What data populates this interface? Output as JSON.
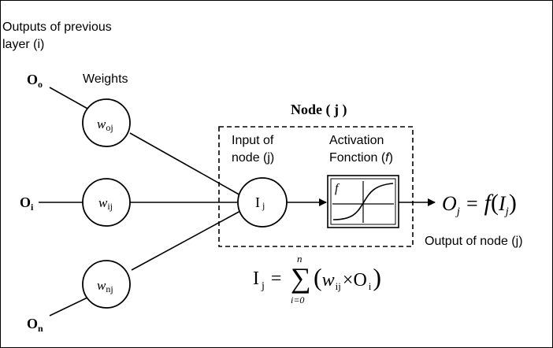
{
  "labels": {
    "outputs_prev_line1": "Outputs of previous",
    "outputs_prev_line2": "layer (i)",
    "weights": "Weights",
    "node_title": "Node ( j )",
    "input_line1": "Input of",
    "input_line2": "node (j)",
    "activation_line1": "Activation",
    "activation_line2_prefix": "Fonction (",
    "activation_line2_symbol": "f",
    "activation_line2_suffix": ")",
    "output_of_node": "Output of node (j)"
  },
  "inputs": [
    {
      "main": "O",
      "sub": "o"
    },
    {
      "main": "O",
      "sub": "i"
    },
    {
      "main": "O",
      "sub": "n"
    }
  ],
  "weights": [
    {
      "main": "w",
      "sub": "oj"
    },
    {
      "main": "w",
      "sub": "ij"
    },
    {
      "main": "w",
      "sub": "nj"
    }
  ],
  "node": {
    "main": "I",
    "sub": "j"
  },
  "activation_box": {
    "symbol": "f"
  },
  "output_formula": {
    "lhs": "O",
    "lhs_sub": "j",
    "eq": "=",
    "func": "f",
    "arg": "I",
    "arg_sub": "j",
    "lparen": "(",
    "rparen": ")"
  },
  "sum_formula": {
    "lhs": "I",
    "lhs_sub": "j",
    "eq": "=",
    "sigma": "∑",
    "upper": "n",
    "lower": "i=0",
    "w": "w",
    "w_sub": "ij",
    "times": "×",
    "o": "O",
    "o_sub": "i",
    "lparen": "(",
    "rparen": ")"
  }
}
